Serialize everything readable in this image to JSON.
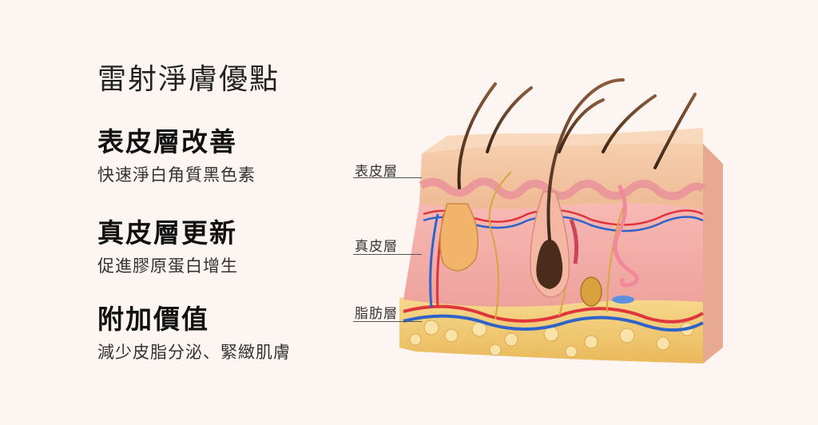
{
  "title": "雷射淨膚優點",
  "sections": [
    {
      "heading": "表皮層改善",
      "desc": "快速淨白角質黑色素"
    },
    {
      "heading": "真皮層更新",
      "desc": "促進膠原蛋白增生"
    },
    {
      "heading": "附加價值",
      "desc": "減少皮脂分泌、緊緻肌膚"
    }
  ],
  "diagram": {
    "labels": [
      "表皮層",
      "真皮層",
      "脂肪層"
    ]
  },
  "colors": {
    "background": "#fdf5f1",
    "epidermis": "#f3c9a8",
    "dermis": "#f0a9a4",
    "fat": "#f3cf7e",
    "artery": "#e0353b",
    "vein": "#2f63c9"
  }
}
